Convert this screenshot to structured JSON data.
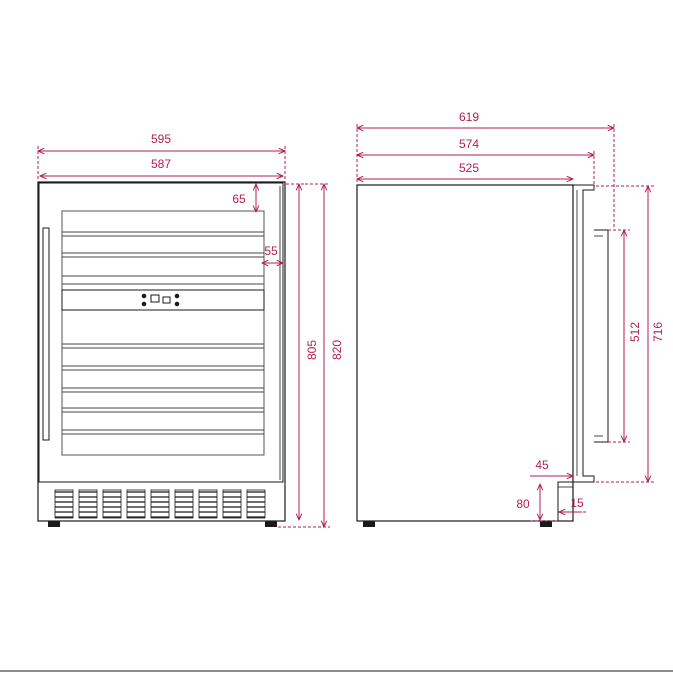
{
  "colors": {
    "dimension": "#b4204a",
    "outline": "#1a1a1a",
    "glass": "#666666",
    "background": "#ffffff"
  },
  "front_view": {
    "overall_width": "595",
    "door_width": "587",
    "top_offset": "65",
    "side_offset": "55",
    "height_without_feet": "805",
    "total_height": "820"
  },
  "side_view": {
    "depth_with_handle": "619",
    "depth_with_door": "574",
    "cabinet_depth": "525",
    "handle_length": "512",
    "door_height": "716",
    "kick_depth": "45",
    "plinth_height": "80",
    "foot_offset": "15"
  }
}
